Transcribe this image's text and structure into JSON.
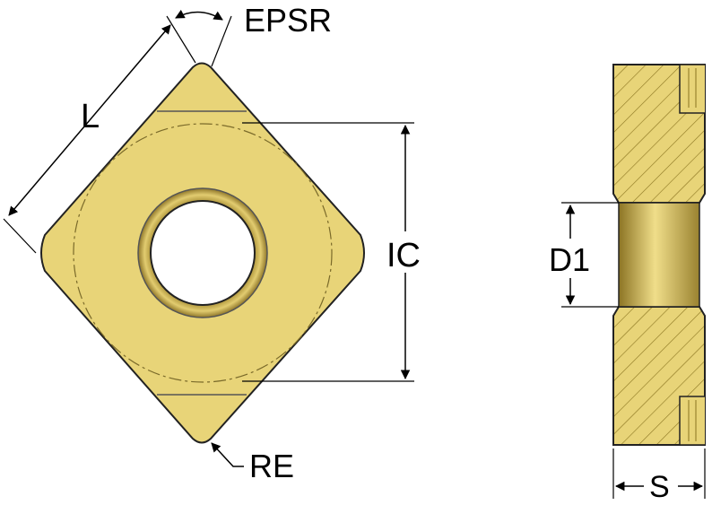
{
  "labels": {
    "epsr": "EPSR",
    "l": "L",
    "ic": "IC",
    "re": "RE",
    "d1": "D1",
    "s": "S"
  },
  "colors": {
    "body": "#e8d478",
    "body_dark": "#b89d35",
    "outline": "#222222",
    "hatch": "#8a7420",
    "line": "#000000"
  }
}
